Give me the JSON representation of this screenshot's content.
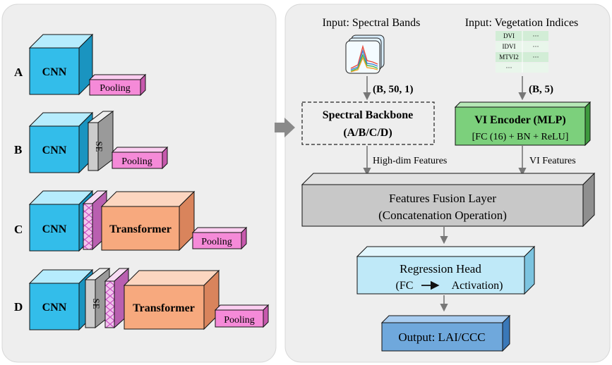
{
  "left_panel": {
    "variants": [
      {
        "letter": "A",
        "cnn": "CNN",
        "se": "",
        "transformer": "",
        "pooling": "Pooling"
      },
      {
        "letter": "B",
        "cnn": "CNN",
        "se": "SE",
        "transformer": "",
        "pooling": "Pooling"
      },
      {
        "letter": "C",
        "cnn": "CNN",
        "se": "",
        "transformer": "Transformer",
        "pooling": "Pooling"
      },
      {
        "letter": "D",
        "cnn": "CNN",
        "se": "SE",
        "transformer": "Transformer",
        "pooling": "Pooling"
      }
    ]
  },
  "right_panel": {
    "input_spectral": "Input: Spectral Bands",
    "input_vi": "Input: Vegetation Indices",
    "vi_table": {
      "rows": [
        [
          "DVI",
          "···"
        ],
        [
          "IDVI",
          "···"
        ],
        [
          "MTVI2",
          "···"
        ],
        [
          "···",
          ""
        ]
      ]
    },
    "shape_spectral": "(B, 50, 1)",
    "shape_vi": "(B, 5)",
    "backbone": {
      "line1": "Spectral Backbone",
      "line2": "(A/B/C/D)"
    },
    "vi_encoder": {
      "line1": "VI Encoder (MLP)",
      "line2": "[FC (16) + BN + ReLU]"
    },
    "high_dim_label": "High-dim Features",
    "vi_features_label": "VI Features",
    "fusion": {
      "line1": "Features Fusion Layer",
      "line2": "(Concatenation Operation)"
    },
    "regression": {
      "line1": "Regression Head",
      "line2_left": "(FC",
      "line2_right": "Activation)"
    },
    "output": "Output: LAI/CCC"
  },
  "colors": {
    "panel_bg": "#eeeeee",
    "cnn": "#33bdea",
    "pooling": "#f58ad8",
    "se": "#cccccc",
    "transformer": "#f7a97e",
    "vi_encoder": "#7cd07c",
    "fusion": "#c8c8c8",
    "regression": "#bfe9f8",
    "output": "#6fa8dc",
    "arrow": "#777777"
  }
}
